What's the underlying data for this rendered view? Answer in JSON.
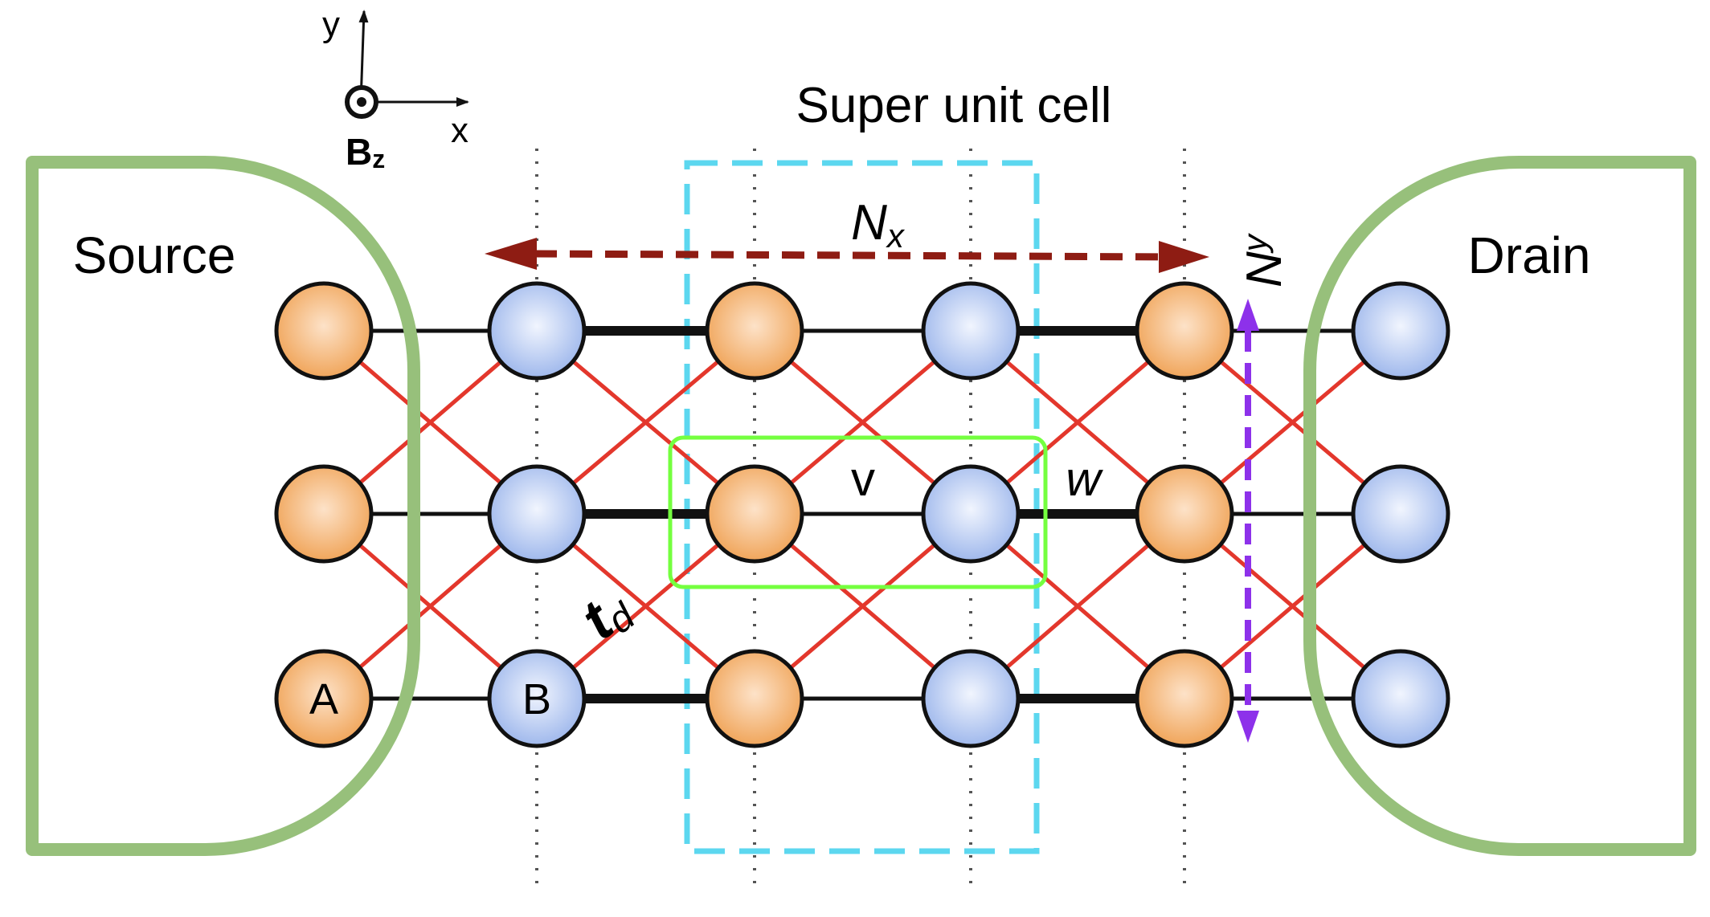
{
  "axes": {
    "y_label": "y",
    "x_label": "x",
    "field_label": "B",
    "field_subscript": "z"
  },
  "labels": {
    "super_unit_cell": "Super unit cell",
    "source": "Source",
    "drain": "Drain",
    "nx_main": "N",
    "nx_sub": "x",
    "ny_main": "N",
    "ny_sub": "y",
    "v": "v",
    "w": "w",
    "td_main": "t",
    "td_sub": "d",
    "site_a": "A",
    "site_b": "B"
  },
  "colors": {
    "lead": "#97c07b",
    "site_a": "#f0a55a",
    "site_b": "#9fb8ec",
    "diagonal_bond": "#e3372c",
    "unit_cell_box": "#74ff3f",
    "super_cell_box": "#5cd7ef",
    "nx_arrow": "#8e1c13",
    "ny_arrow": "#8d31ea"
  }
}
